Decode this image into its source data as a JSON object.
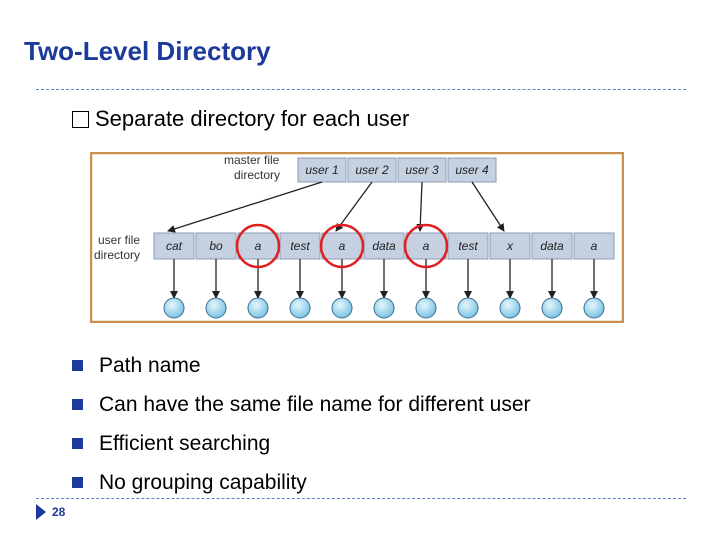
{
  "slide": {
    "title": "Two-Level Directory",
    "subtitle": "Separate directory for each user",
    "bullets": [
      "Path name",
      "Can have the same file name for different user",
      "Efficient searching",
      "No grouping capability"
    ],
    "page_number": "28"
  },
  "diagram": {
    "master_label_line1": "master file",
    "master_label_line2": "directory",
    "master_entries": [
      "user 1",
      "user 2",
      "user 3",
      "user 4"
    ],
    "user_label_line1": "user file",
    "user_label_line2": "directory",
    "user_entries": [
      "cat",
      "bo",
      "a",
      "test",
      "a",
      "data",
      "a",
      "test",
      "x",
      "data",
      "a"
    ],
    "circled_entries": [
      2,
      4,
      6
    ],
    "colors": {
      "frame": "#c8904a",
      "cell": "#c5d1e0",
      "circle": "#e02020",
      "node": "#9fd6ee"
    }
  }
}
